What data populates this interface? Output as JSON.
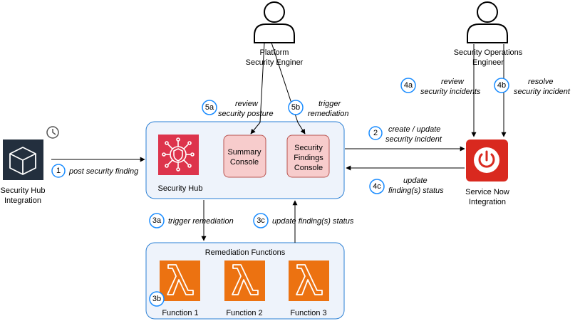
{
  "colors": {
    "container_fill": "#eef3fb",
    "container_stroke": "#2a7fd4",
    "console_fill": "#f7cccc",
    "console_stroke": "#b85450",
    "security_hub_red": "#dd344c",
    "lambda_orange": "#ec7211",
    "servicenow_red": "#d9291f",
    "step_circle_stroke": "#1a8cff",
    "integration_box": "#232f3e"
  },
  "icons": {
    "platform_engineer": "person-icon",
    "secops_engineer": "person-icon",
    "clock": "clock-icon",
    "integration": "cube-icon",
    "security_hub": "security-hub-icon",
    "lambda": "lambda-icon",
    "servicenow": "power-icon"
  },
  "actors": {
    "platform_engineer": [
      "Platform",
      "Security Enginer"
    ],
    "secops_engineer": [
      "Security Operations",
      "Engineer"
    ]
  },
  "integration": {
    "label": [
      "Security Hub",
      "Integration"
    ]
  },
  "security_hub": {
    "label": "Security Hub",
    "summary_console": [
      "Summary",
      "Console"
    ],
    "findings_console": [
      "Security",
      "Findings",
      "Console"
    ]
  },
  "servicenow": {
    "label": [
      "Service Now",
      "Integration"
    ]
  },
  "remediation": {
    "title": "Remediation Functions",
    "functions": [
      "Function 1",
      "Function 2",
      "Function 3"
    ]
  },
  "steps": {
    "s1": {
      "num": "1",
      "text": [
        "post security finding"
      ]
    },
    "s2": {
      "num": "2",
      "text": [
        "create / update",
        "security incident"
      ]
    },
    "s3a": {
      "num": "3a",
      "text": [
        "trigger remediation"
      ]
    },
    "s3b": {
      "num": "3b"
    },
    "s3c": {
      "num": "3c",
      "text": [
        "update finding(s) status"
      ]
    },
    "s4a": {
      "num": "4a",
      "text": [
        "review",
        "security incidents"
      ]
    },
    "s4b": {
      "num": "4b",
      "text": [
        "resolve",
        "security incident"
      ]
    },
    "s4c": {
      "num": "4c",
      "text": [
        "update",
        "finding(s) status"
      ]
    },
    "s5a": {
      "num": "5a",
      "text": [
        "review",
        "security posture"
      ]
    },
    "s5b": {
      "num": "5b",
      "text": [
        "trigger",
        "remediation"
      ]
    }
  }
}
